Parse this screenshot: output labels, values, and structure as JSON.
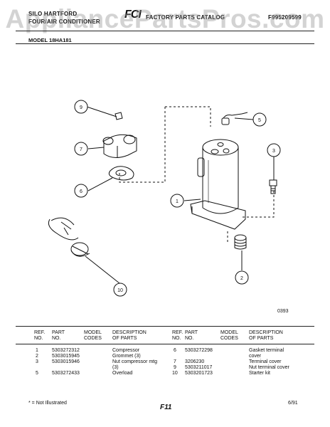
{
  "header": {
    "left_line1": "SILO HARTFORD",
    "left_line2": "FOUR/AIR CONDITIONER",
    "logo": "FCI",
    "center_text": "FACTORY PARTS CATALOG",
    "doc_number": "F995209599",
    "watermark": "AppliancePartsPros.com"
  },
  "model": "MODEL 18HA181",
  "diagram": {
    "callouts": [
      "1",
      "2",
      "3",
      "5",
      "6",
      "7",
      "9",
      "10"
    ],
    "figure_code": "0393"
  },
  "table": {
    "headers": {
      "ref_no": [
        "REF.",
        "NO."
      ],
      "part_no": [
        "PART",
        "NO."
      ],
      "model_codes": [
        "MODEL",
        "CODES"
      ],
      "description": [
        "DESCRIPTION",
        "OF PARTS"
      ]
    },
    "left_rows": [
      {
        "ref": "1",
        "part": "5303272312",
        "codes": "",
        "desc": [
          "Compressor"
        ]
      },
      {
        "ref": "2",
        "part": "5303015945",
        "codes": "",
        "desc": [
          "Grommet (3)"
        ]
      },
      {
        "ref": "3",
        "part": "5303015946",
        "codes": "",
        "desc": [
          "Nut compressor mtg",
          "(3)"
        ]
      },
      {
        "ref": "5",
        "part": "5303272433",
        "codes": "",
        "desc": [
          "Overload"
        ]
      }
    ],
    "right_rows": [
      {
        "ref": "6",
        "part": "5303272298",
        "codes": "",
        "desc": [
          "Gasket terminal",
          "cover"
        ]
      },
      {
        "ref": "7",
        "part": "3206230",
        "codes": "",
        "desc": [
          "Terminal cover"
        ]
      },
      {
        "ref": "9",
        "part": "5303211017",
        "codes": "",
        "desc": [
          "Nut terminal cover"
        ]
      },
      {
        "ref": "10",
        "part": "5303201723",
        "codes": "",
        "desc": [
          "Starter kit"
        ]
      }
    ]
  },
  "footer": {
    "note": "* = Not Illustrated",
    "page": "F11",
    "date": "6/91"
  }
}
